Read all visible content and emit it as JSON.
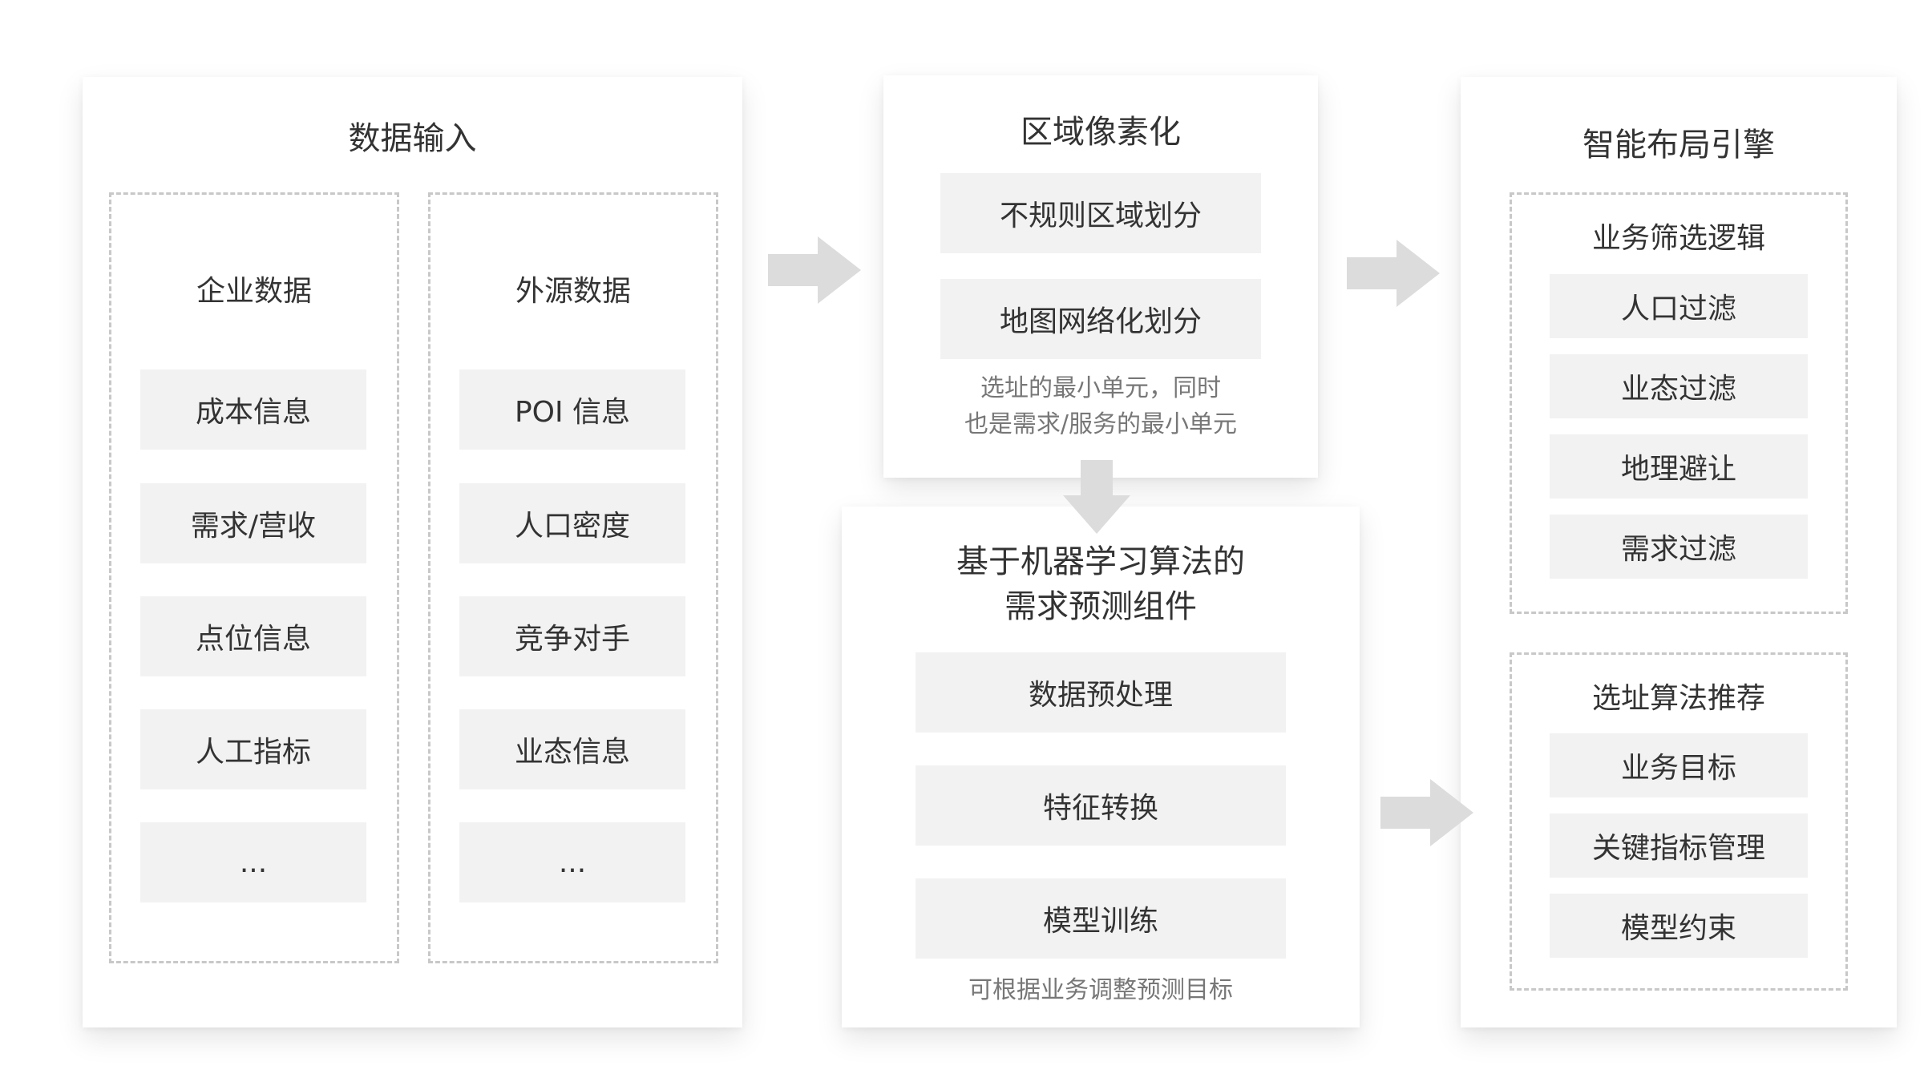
{
  "data_input": {
    "title": "数据输入",
    "enterprise": {
      "title": "企业数据",
      "items": [
        "成本信息",
        "需求/营收",
        "点位信息",
        "人工指标",
        "..."
      ]
    },
    "external": {
      "title": "外源数据",
      "items": [
        "POI 信息",
        "人口密度",
        "竞争对手",
        "业态信息",
        "..."
      ]
    }
  },
  "pixelization": {
    "title": "区域像素化",
    "items": [
      "不规则区域划分",
      "地图网络化划分"
    ],
    "note_line1": "选址的最小单元，同时",
    "note_line2": "也是需求/服务的最小单元"
  },
  "prediction": {
    "title_line1": "基于机器学习算法的",
    "title_line2": "需求预测组件",
    "items": [
      "数据预处理",
      "特征转换",
      "模型训练"
    ],
    "note": "可根据业务调整预测目标"
  },
  "engine": {
    "title": "智能布局引擎",
    "filter": {
      "title": "业务筛选逻辑",
      "items": [
        "人口过滤",
        "业态过滤",
        "地理避让",
        "需求过滤"
      ]
    },
    "recommend": {
      "title": "选址算法推荐",
      "items": [
        "业务目标",
        "关键指标管理",
        "模型约束"
      ]
    }
  },
  "colors": {
    "arrow": "#dcdcdc",
    "box": "#f2f2f2",
    "dash": "#c8c8c8"
  }
}
